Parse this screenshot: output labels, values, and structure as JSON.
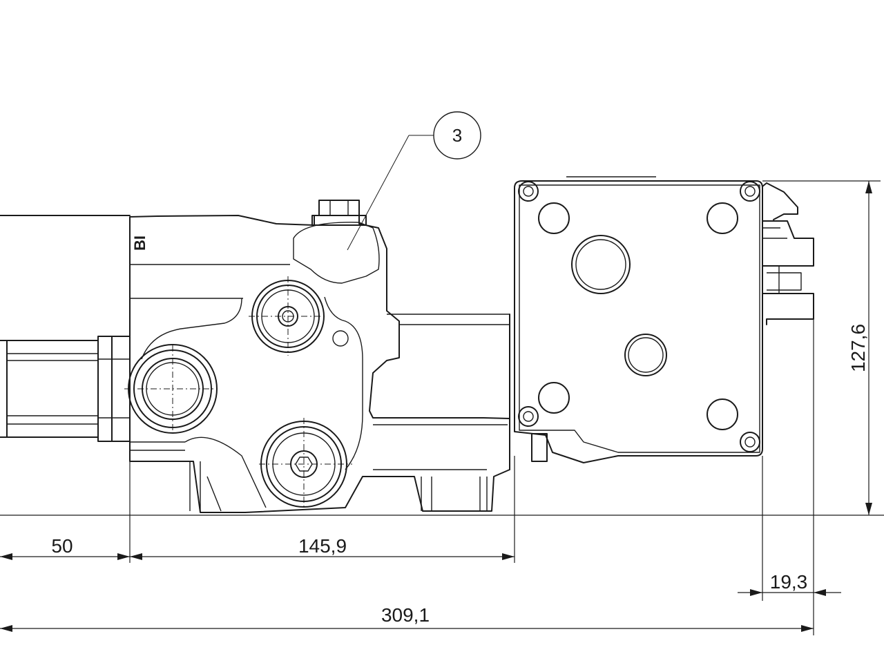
{
  "dimensions": {
    "d50": "50",
    "d145_9": "145,9",
    "d19_3": "19,3",
    "d309_1": "309,1",
    "d127_6": "127,6"
  },
  "balloon": {
    "number": "3"
  },
  "body_marking": "BI"
}
